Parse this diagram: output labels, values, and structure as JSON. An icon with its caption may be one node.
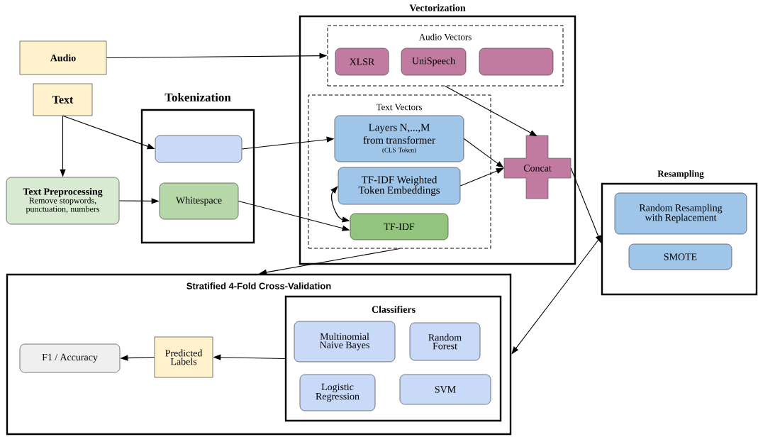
{
  "diagram": {
    "nodes": [
      {
        "text": [
          "Audio"
        ]
      },
      {
        "text": [
          "Text"
        ]
      },
      {
        "text": [
          "Tokenization"
        ]
      },
      {
        "text": [],
        "shape": "box",
        "in": 2
      },
      {
        "text": [
          "Text Preprocessing",
          "Remove stopwords, punctuation, numbers"
        ]
      },
      {
        "text": [
          "Whitespace"
        ],
        "in": 2
      },
      {
        "text": [
          "Vectorization"
        ]
      },
      {
        "text": [
          "Audio Vectors"
        ],
        "in": 6
      },
      {
        "text": [
          "XLSR"
        ],
        "in": 7
      },
      {
        "text": [
          "UniSpeech"
        ],
        "in": 7
      },
      {
        "text": [],
        "shape": "box",
        "in": 7
      },
      {
        "text": [
          "Text Vectors"
        ],
        "in": 6
      },
      {
        "text": [
          "Layers N,...,M from transformer",
          "(CLS Token)"
        ],
        "in": 11
      },
      {
        "text": [
          "TF-IDF Weighted Token Embeddings"
        ],
        "in": 11
      },
      {
        "text": [
          "TF-IDF"
        ],
        "in": 11
      },
      {
        "text": [
          "Concat"
        ],
        "in": 6
      },
      {
        "text": [
          "Resampling"
        ]
      },
      {
        "text": [
          "Random Resampling with Replacement"
        ],
        "in": 16
      },
      {
        "text": [
          "SMOTE"
        ],
        "in": 16
      },
      {
        "text": [
          "Stratified 4-Fold Cross-Validation"
        ]
      },
      {
        "text": [
          "Classifiers"
        ],
        "in": 19
      },
      {
        "text": [
          "Multinomial Naive Bayes"
        ],
        "in": 20
      },
      {
        "text": [
          "Random Forest"
        ],
        "in": 20
      },
      {
        "text": [
          "Logistic Regression"
        ],
        "in": 20
      },
      {
        "text": [
          "SVM"
        ],
        "in": 20
      },
      {
        "text": [
          "Predicted Labels"
        ],
        "in": 19
      },
      {
        "text": [
          "F1 / Accuracy"
        ],
        "in": 19
      }
    ],
    "edges": [
      {
        "from": 0,
        "to": 7,
        "arrow": "to"
      },
      {
        "from": 1,
        "to": 3,
        "arrow": "to"
      },
      {
        "from": 1,
        "to": 4,
        "arrow": "to"
      },
      {
        "from": 4,
        "to": 5,
        "arrow": "to"
      },
      {
        "from": 3,
        "to": 12,
        "arrow": "to"
      },
      {
        "from": 5,
        "to": 14,
        "arrow": "to"
      },
      {
        "from": 14,
        "to": 13,
        "arrow": "both"
      },
      {
        "from": 12,
        "to": 15,
        "arrow": "to"
      },
      {
        "from": 13,
        "to": 15,
        "arrow": "to"
      },
      {
        "from": 7,
        "to": 15,
        "arrow": "to"
      },
      {
        "from": 15,
        "to": 16,
        "arrow": "to"
      },
      {
        "from": 11,
        "to": 19,
        "arrow": "to"
      },
      {
        "from": 16,
        "to": 19,
        "arrow": "to"
      },
      {
        "from": 20,
        "to": 25,
        "arrow": "to"
      },
      {
        "from": 25,
        "to": 26,
        "arrow": "to"
      }
    ]
  }
}
